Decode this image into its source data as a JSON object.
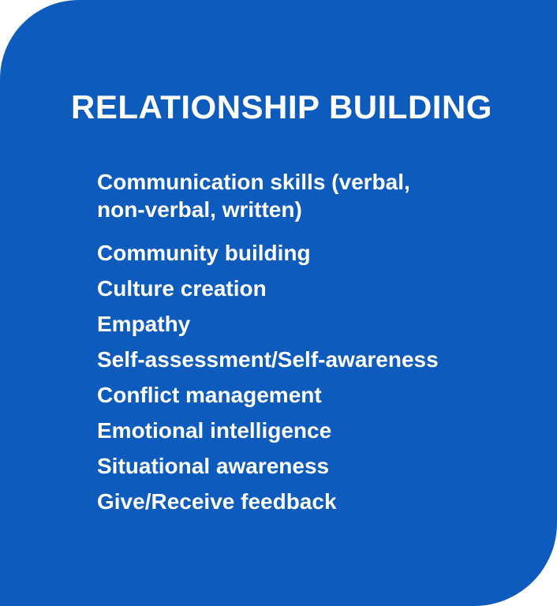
{
  "card": {
    "title": "RELATIONSHIP BUILDING",
    "background_color": "#0d5bbd",
    "text_color": "#ffffff",
    "items": [
      "Communication skills (verbal, non-verbal, written)",
      "Community building",
      "Culture creation",
      "Empathy",
      "Self-assessment/Self-awareness",
      "Conflict management",
      "Emotional intelligence",
      "Situational awareness",
      "Give/Receive feedback"
    ]
  }
}
